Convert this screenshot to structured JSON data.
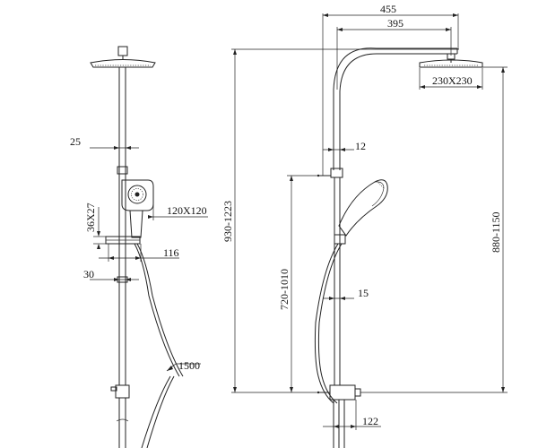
{
  "dimensions": {
    "d455": "455",
    "d395": "395",
    "d230x230": "230X230",
    "d25": "25",
    "d12": "12",
    "d120x120": "120X120",
    "d36x27": "36X27",
    "d116": "116",
    "d30": "30",
    "d15": "15",
    "d1500": "1500",
    "d122": "122",
    "d930_1223": "930-1223",
    "d720_1010": "720-1010",
    "d880_1150": "880-1150"
  }
}
